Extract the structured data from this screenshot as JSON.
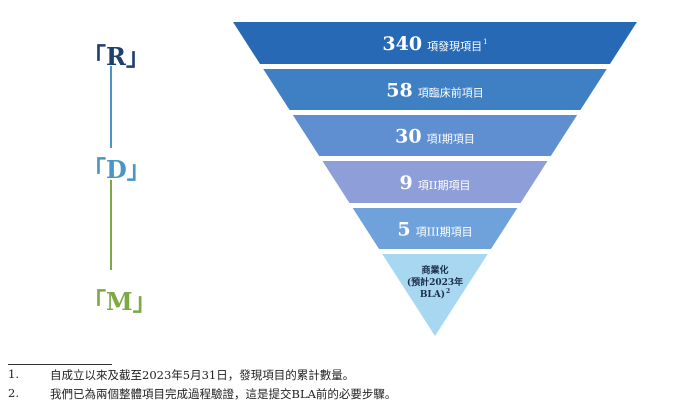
{
  "stage_labels": [
    {
      "text": "「R」",
      "color": "#1f3f6e"
    },
    {
      "text": "「D」",
      "color": "#4a95c4"
    },
    {
      "text": "「M」",
      "color": "#7ea845"
    }
  ],
  "connector_colors": [
    "#4a95c4",
    "#7ea845"
  ],
  "funnel": {
    "levels": [
      {
        "number": "340",
        "label": "項發現項目",
        "sup": "1",
        "color": "#2769b4"
      },
      {
        "number": "58",
        "label": "項臨床前項目",
        "sup": "",
        "color": "#3f7fc3"
      },
      {
        "number": "30",
        "label": "項I期項目",
        "sup": "",
        "color": "#5f8fd0"
      },
      {
        "number": "9",
        "label": "項II期項目",
        "sup": "",
        "color": "#8d9ed8"
      },
      {
        "number": "5",
        "label": "項III期項目",
        "sup": "",
        "color": "#6fa2db"
      }
    ],
    "tip": {
      "line1": "商業化",
      "line2": "(預計2023年",
      "line3": "BLA)",
      "sup": "2",
      "color": "#a8d7f2"
    }
  },
  "footnotes": [
    {
      "num": "1.",
      "text": "自成立以來及截至2023年5月31日，發現項目的累計數量。"
    },
    {
      "num": "2.",
      "text": "我們已為兩個整體項目完成過程驗證，這是提交BLA前的必要步驟。"
    }
  ]
}
